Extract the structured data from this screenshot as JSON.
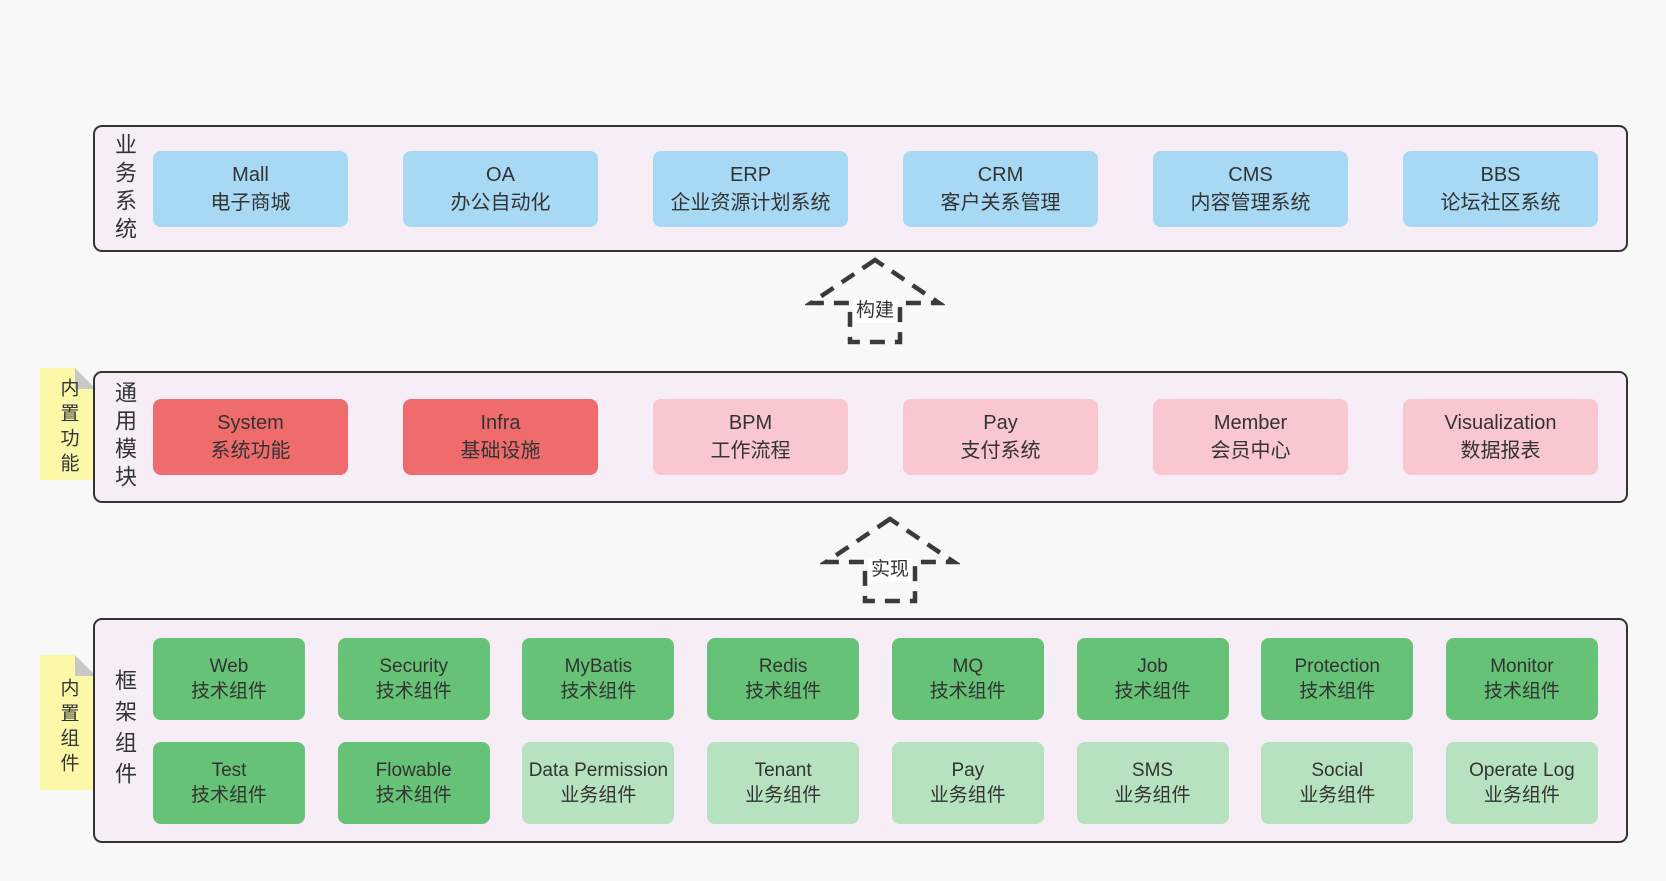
{
  "colors": {
    "page_bg": "#f8f8f8",
    "panel_bg": "#f7edf6",
    "panel_border": "#333333",
    "blue_box": "#a7d9f4",
    "red_box": "#f06c6c",
    "pink_box": "#f9c7cf",
    "green_dark_box": "#66c276",
    "green_light_box": "#b6e2c0",
    "note_yellow": "#fbf9a8",
    "note_fold_gray": "#c8c8c8",
    "arrow_stroke": "#3a3a3a"
  },
  "arrows": [
    {
      "label": "构建"
    },
    {
      "label": "实现"
    }
  ],
  "panels": [
    {
      "label": "业务系统",
      "boxes": [
        {
          "name": "Mall",
          "subtitle": "电子商城"
        },
        {
          "name": "OA",
          "subtitle": "办公自动化"
        },
        {
          "name": "ERP",
          "subtitle": "企业资源计划系统"
        },
        {
          "name": "CRM",
          "subtitle": "客户关系管理"
        },
        {
          "name": "CMS",
          "subtitle": "内容管理系统"
        },
        {
          "name": "BBS",
          "subtitle": "论坛社区系统"
        }
      ]
    },
    {
      "label": "通用模块",
      "note": "内置功能",
      "boxes": [
        {
          "name": "System",
          "subtitle": "系统功能"
        },
        {
          "name": "Infra",
          "subtitle": "基础设施"
        },
        {
          "name": "BPM",
          "subtitle": "工作流程"
        },
        {
          "name": "Pay",
          "subtitle": "支付系统"
        },
        {
          "name": "Member",
          "subtitle": "会员中心"
        },
        {
          "name": "Visualization",
          "subtitle": "数据报表"
        }
      ]
    },
    {
      "label": "框架组件",
      "note": "内置组件",
      "rows": [
        [
          {
            "name": "Web",
            "subtitle": "技术组件"
          },
          {
            "name": "Security",
            "subtitle": "技术组件"
          },
          {
            "name": "MyBatis",
            "subtitle": "技术组件"
          },
          {
            "name": "Redis",
            "subtitle": "技术组件"
          },
          {
            "name": "MQ",
            "subtitle": "技术组件"
          },
          {
            "name": "Job",
            "subtitle": "技术组件"
          },
          {
            "name": "Protection",
            "subtitle": "技术组件"
          },
          {
            "name": "Monitor",
            "subtitle": "技术组件"
          }
        ],
        [
          {
            "name": "Test",
            "subtitle": "技术组件"
          },
          {
            "name": "Flowable",
            "subtitle": "技术组件"
          },
          {
            "name": "Data Permission",
            "subtitle": "业务组件"
          },
          {
            "name": "Tenant",
            "subtitle": "业务组件"
          },
          {
            "name": "Pay",
            "subtitle": "业务组件"
          },
          {
            "name": "SMS",
            "subtitle": "业务组件"
          },
          {
            "name": "Social",
            "subtitle": "业务组件"
          },
          {
            "name": "Operate Log",
            "subtitle": "业务组件"
          }
        ]
      ]
    }
  ]
}
